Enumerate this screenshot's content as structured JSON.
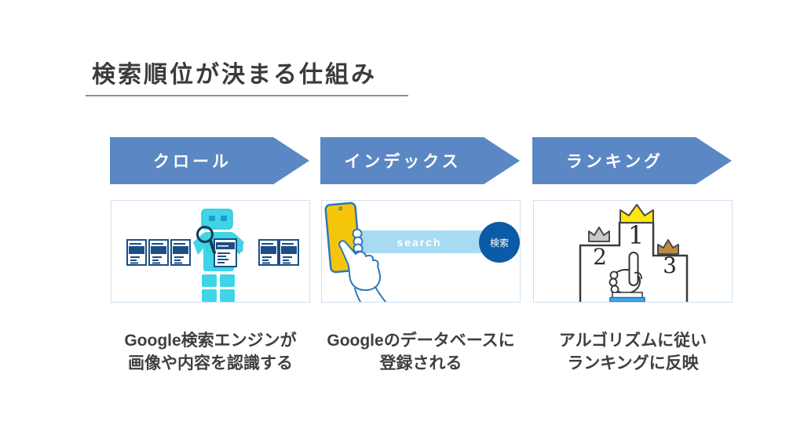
{
  "title": {
    "text": "検索順位が決まる仕組み"
  },
  "steps": [
    {
      "id": "crawl",
      "arrow_label": "クロール",
      "caption_line1": "Google検索エンジンが",
      "caption_line2": "画像や内容を認識する",
      "illustration": "robot-crawler-with-documents"
    },
    {
      "id": "index",
      "arrow_label": "インデックス",
      "caption_line1": "Googleのデータベースに",
      "caption_line2": "登録される",
      "illustration": "phone-search-bar",
      "search_bar_text": "search",
      "search_button_text": "検索"
    },
    {
      "id": "ranking",
      "arrow_label": "ランキング",
      "caption_line1": "アルゴリズムに従い",
      "caption_line2": "ランキングに反映",
      "illustration": "ranking-podium-with-crowns",
      "rank_1": "1",
      "rank_2": "2",
      "rank_3": "3"
    }
  ],
  "colors": {
    "arrow_blue": "#5b87c4",
    "title_text": "#3b3b3b",
    "caption_text": "#3f3f3f",
    "box_border": "#cfe0f3",
    "underline_gray": "#8f8f8f",
    "robot_cyan": "#3fd5e7",
    "robot_eye_blue": "#1d9bce",
    "document_navy": "#1c4e86",
    "search_bar_blue": "#a9daf3",
    "search_button_blue": "#0b5ba6",
    "phone_yellow": "#f5c50c",
    "hand_outline_blue": "#2d78bb",
    "podium_outline": "#3c3c3c",
    "crown_gold": "#ffe70d",
    "crown_silver": "#c9c9c9",
    "crown_bronze": "#bf8a46",
    "cuff_blue": "#3fa7ea"
  }
}
